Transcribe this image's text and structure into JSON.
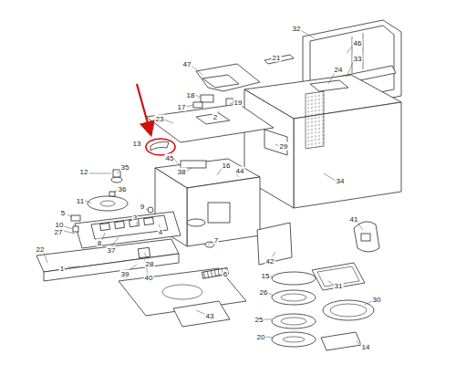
{
  "diagram": {
    "labels": [
      "32",
      "46",
      "21",
      "47",
      "24",
      "33",
      "18",
      "17",
      "19",
      "2",
      "23",
      "13",
      "45",
      "38",
      "16",
      "44",
      "35",
      "12",
      "36",
      "11",
      "29",
      "34",
      "9",
      "5",
      "10",
      "27",
      "3",
      "4",
      "8",
      "37",
      "7",
      "28",
      "22",
      "1",
      "39",
      "40",
      "6",
      "41",
      "42",
      "15",
      "31",
      "26",
      "30",
      "25",
      "20",
      "43",
      "14"
    ]
  }
}
